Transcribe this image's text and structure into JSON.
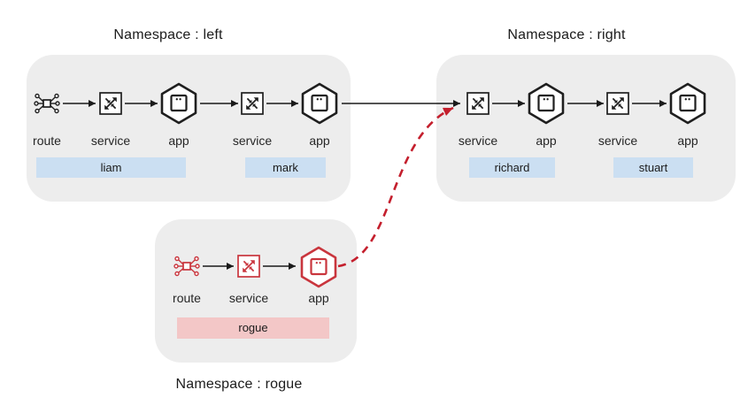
{
  "colors": {
    "panel": "#ededed",
    "node_stroke": "#1f1f1f",
    "rogue_node_stroke": "#c9353d",
    "arrow": "#1a1a1a",
    "rogue_arrow": "#c41f2d",
    "badge_blue": "#cbdff2",
    "badge_pink": "#f3c7c7",
    "text": "#1c1c1c"
  },
  "namespaces": {
    "left": {
      "title": "Namespace : left",
      "nodes": [
        {
          "type": "route",
          "label": "route"
        },
        {
          "type": "service",
          "label": "service"
        },
        {
          "type": "app",
          "label": "app"
        },
        {
          "type": "service",
          "label": "service"
        },
        {
          "type": "app",
          "label": "app"
        }
      ],
      "badges": [
        {
          "label": "liam",
          "color": "#cbdff2"
        },
        {
          "label": "mark",
          "color": "#cbdff2"
        }
      ]
    },
    "right": {
      "title": "Namespace : right",
      "nodes": [
        {
          "type": "service",
          "label": "service"
        },
        {
          "type": "app",
          "label": "app"
        },
        {
          "type": "service",
          "label": "service"
        },
        {
          "type": "app",
          "label": "app"
        }
      ],
      "badges": [
        {
          "label": "richard",
          "color": "#cbdff2"
        },
        {
          "label": "stuart",
          "color": "#cbdff2"
        }
      ]
    },
    "rogue": {
      "title": "Namespace : rogue",
      "nodes": [
        {
          "type": "route",
          "label": "route"
        },
        {
          "type": "service",
          "label": "service"
        },
        {
          "type": "app",
          "label": "app"
        }
      ],
      "badges": [
        {
          "label": "rogue",
          "color": "#f3c7c7"
        }
      ]
    }
  },
  "edges": [
    {
      "from": "left.route",
      "to": "left.service.liam",
      "style": "solid-black"
    },
    {
      "from": "left.service.liam",
      "to": "left.app.liam",
      "style": "solid-black"
    },
    {
      "from": "left.app.liam",
      "to": "left.service.mark",
      "style": "solid-black"
    },
    {
      "from": "left.service.mark",
      "to": "left.app.mark",
      "style": "solid-black"
    },
    {
      "from": "left.app.mark",
      "to": "right.service.richard",
      "style": "solid-black"
    },
    {
      "from": "right.service.richard",
      "to": "right.app.richard",
      "style": "solid-black"
    },
    {
      "from": "right.app.richard",
      "to": "right.service.stuart",
      "style": "solid-black"
    },
    {
      "from": "right.service.stuart",
      "to": "right.app.stuart",
      "style": "solid-black"
    },
    {
      "from": "rogue.route",
      "to": "rogue.service",
      "style": "solid-black"
    },
    {
      "from": "rogue.service",
      "to": "rogue.app",
      "style": "solid-black"
    },
    {
      "from": "rogue.app",
      "to": "right.service.richard",
      "style": "dashed-red"
    }
  ]
}
